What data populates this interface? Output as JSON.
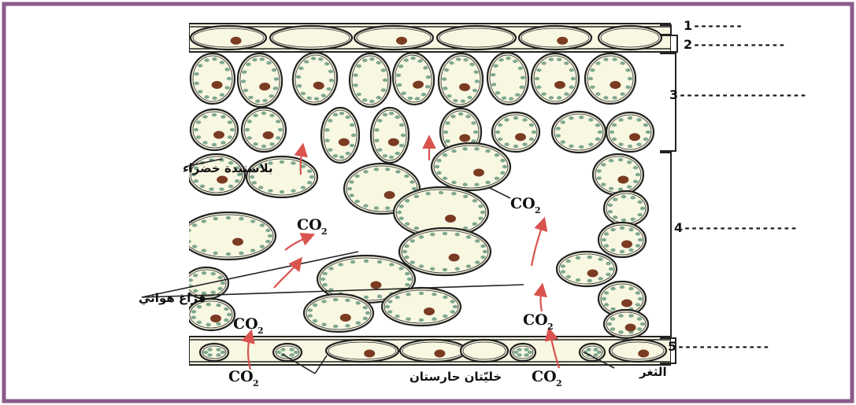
{
  "colors": {
    "frame": "#8a5a8c",
    "cell_fill": "#f8f7e2",
    "cell_outline": "#222222",
    "chloroplast": "#7fa890",
    "nucleus": "#7a3b22",
    "arrow": "#d9534f"
  },
  "labels": {
    "chloroplast": "بلاستيدة خضراء",
    "air_space": "فراغ هوائي",
    "guard_cells": "خليّتان حارستان",
    "stoma": "الثغر"
  },
  "co2": {
    "main": "CO",
    "sub": "2"
  },
  "layers": [
    {
      "number": "1",
      "blank": "-------"
    },
    {
      "number": "2",
      "blank": "-------------"
    },
    {
      "number": "3",
      "blank": "------------------"
    },
    {
      "number": "4",
      "blank": "----------------"
    },
    {
      "number": "5",
      "blank": "-------------"
    }
  ]
}
